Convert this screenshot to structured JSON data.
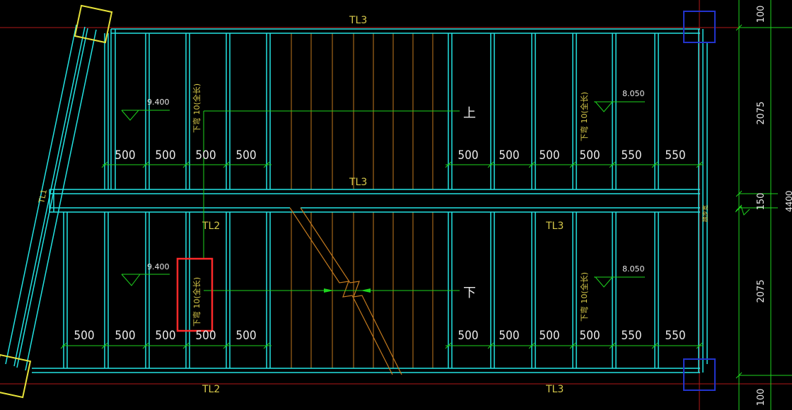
{
  "colors": {
    "background": "#000000",
    "wall": "#22e3e3",
    "tread": "#c47a1e",
    "dimension": "#1ed41e",
    "label": "#d6c84a",
    "column_yellow": "#e6e23a",
    "column_blue": "#2233cc",
    "axis_red": "#b01818",
    "highlight": "#ff2a2a",
    "text_white": "#e8e8e8"
  },
  "beam_labels": {
    "top": "TL3",
    "middle": "TL3",
    "upper_left_lower": "TL2",
    "upper_right_lower": "TL3",
    "bottom_left": "TL2",
    "bottom_right": "TL3",
    "diagonal": "TL1"
  },
  "arrows": {
    "up": "上",
    "down": "下"
  },
  "elevations": {
    "left_upper": "9.400",
    "left_lower": "9.400",
    "right_upper": "8.050",
    "right_lower": "8.050"
  },
  "step_notes": {
    "upper_left": "下弯 10(全长)",
    "lower_left": "下弯 10(全长)",
    "upper_right": "下弯 10(全长)",
    "lower_right": "下弯 10(全长)"
  },
  "dims": {
    "upper_left": [
      "500",
      "500",
      "500",
      "500"
    ],
    "upper_right": [
      "500",
      "500",
      "500",
      "500",
      "550",
      "550"
    ],
    "lower_left": [
      "500",
      "500",
      "500",
      "500",
      "500"
    ],
    "lower_right": [
      "500",
      "500",
      "500",
      "500",
      "550",
      "550"
    ],
    "right_side": [
      "100",
      "2075",
      "150",
      "2075",
      "100"
    ]
  },
  "side_labels": {
    "vertical_note": "踏步宽",
    "total_cut": "4400"
  }
}
